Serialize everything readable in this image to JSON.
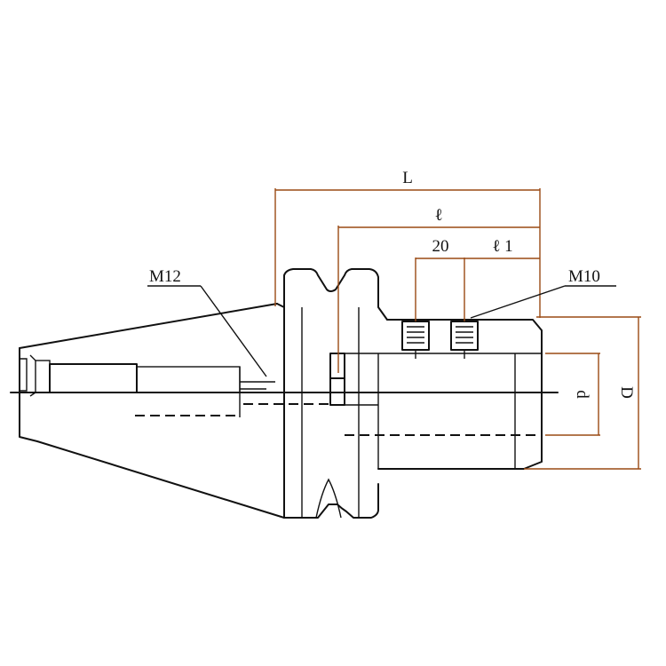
{
  "labels": {
    "thread_left": "M12",
    "thread_right": "M10"
  },
  "dimensions": {
    "overall_length": "L",
    "length_l": "ℓ",
    "offset_20": "20",
    "length_l1": "ℓ 1",
    "bore_d": "d",
    "outer_D": "D"
  },
  "colors": {
    "outline": "#111111",
    "dimension_lines": "#9a4a14"
  }
}
